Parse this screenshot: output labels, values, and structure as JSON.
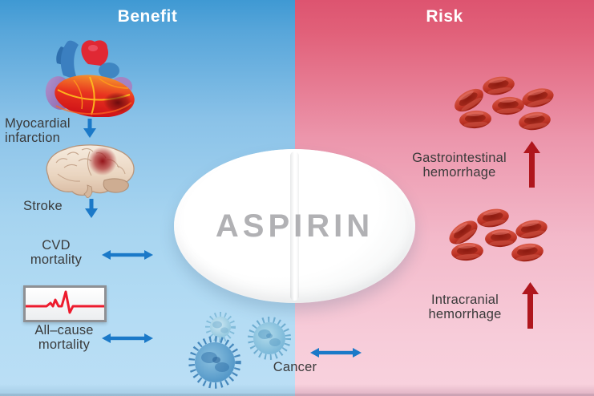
{
  "colors": {
    "benefit_top": "#3f99d3",
    "benefit_bottom": "#badef5",
    "risk_top": "#dd5470",
    "risk_bottom": "#f8d1dd",
    "arrow_blue": "#1b79c8",
    "arrow_red": "#af161d",
    "ecg_line": "#ed1b2d",
    "title_text": "#ffffff",
    "label_text": "#3a3a3a",
    "pill_text": "#b1b1b4"
  },
  "glyphs": {
    "decrease": "↓",
    "increase": "↑",
    "no_change": "↔"
  },
  "icons": {
    "heart": "heart-anatomy",
    "brain": "brain",
    "ecg": "ecg-monitor",
    "cancer": "cancer-cells",
    "rbc": "red-blood-cells",
    "pill": "aspirin-tablet"
  },
  "benefit": {
    "title": "Benefit",
    "items": {
      "myocardial_infarction": {
        "line1": "Myocardial",
        "line2": "infarction",
        "effect": "decrease"
      },
      "stroke": {
        "label": "Stroke",
        "effect": "decrease"
      },
      "cvd_mortality": {
        "line1": "CVD",
        "line2": "mortality",
        "effect": "no-change"
      },
      "all_cause_mortality": {
        "line1": "All–cause",
        "line2": "mortality",
        "effect": "no-change"
      }
    }
  },
  "risk": {
    "title": "Risk",
    "items": {
      "gastrointestinal_hemorrhage": {
        "line1": "Gastrointestinal",
        "line2": "hemorrhage",
        "effect": "increase"
      },
      "intracranial_hemorrhage": {
        "line1": "Intracranial",
        "line2": "hemorrhage",
        "effect": "increase"
      }
    }
  },
  "center": {
    "pill_label": "ASPIRIN",
    "cancer": {
      "label": "Cancer",
      "effect": "no-change"
    }
  }
}
